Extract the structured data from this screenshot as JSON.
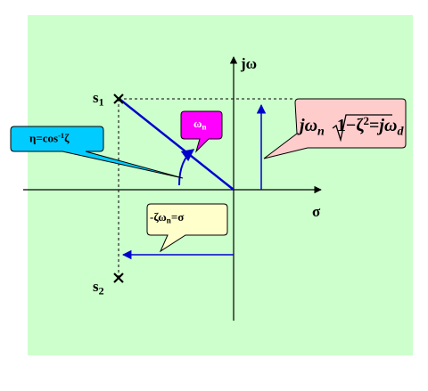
{
  "colors": {
    "panel": "#ccffcc",
    "line_blue": "#0000cc",
    "callout_cyan": "#00ccff",
    "callout_magenta": "#ff00ff",
    "callout_yellow": "#ffffcc",
    "callout_pink": "#ffcccc"
  },
  "axes": {
    "imag_label": "jω",
    "real_label": "σ"
  },
  "poles": {
    "s1_base": "s",
    "s1_sub": "1",
    "s2_base": "s",
    "s2_sub": "2"
  },
  "callouts": {
    "eta": {
      "main": "η=cos",
      "sup": "-1",
      "end": "ζ"
    },
    "omega_n": {
      "base": "ω",
      "sub": "n"
    },
    "sigma": {
      "pre": "-ζω",
      "sub": "n",
      "post": "=σ"
    },
    "damped": {
      "j1": "j",
      "omega1": "ω",
      "sub1": "n",
      "root_body": "1−ζ",
      "root_sup": "2",
      "eq": "=",
      "j2": "j",
      "omega2": "ω",
      "sub2": "d"
    }
  }
}
